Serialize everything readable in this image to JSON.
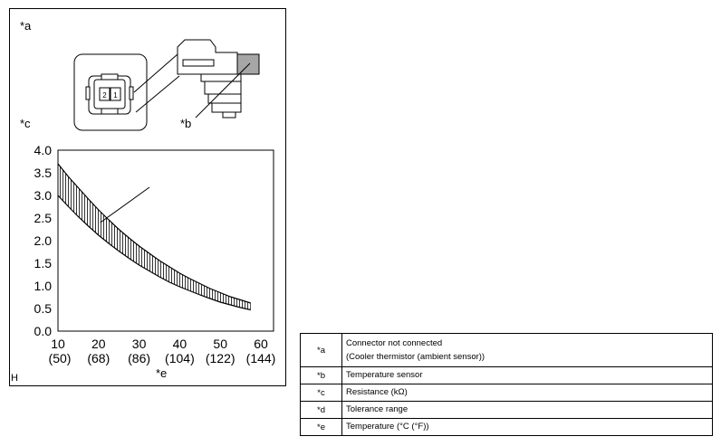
{
  "callouts": {
    "a": "*a",
    "b": "*b",
    "c": "*c",
    "d": "*d",
    "e": "*e",
    "h": "H"
  },
  "connector": {
    "pin_labels": [
      "2",
      "1"
    ]
  },
  "chart_data": {
    "type": "area",
    "x_ticks": [
      "10",
      "20",
      "30",
      "40",
      "50",
      "60"
    ],
    "x_ticks_secondary": [
      "(50)",
      "(68)",
      "(86)",
      "(104)",
      "(122)",
      "(144)"
    ],
    "y_ticks": [
      "4.0",
      "3.5",
      "3.0",
      "2.5",
      "2.0",
      "1.5",
      "1.0",
      "0.5",
      "0.0"
    ],
    "xlim": [
      10,
      60
    ],
    "ylim": [
      0,
      4
    ],
    "grid": false,
    "series": [
      {
        "x": [
          10,
          12.5,
          15,
          17.5,
          20,
          22.5,
          25,
          27.5,
          30,
          32.5,
          35,
          37.5,
          40,
          42.5,
          45,
          47.5,
          50,
          52.5,
          55,
          57.5
        ],
        "upper": [
          3.7,
          3.42,
          3.17,
          2.92,
          2.68,
          2.46,
          2.25,
          2.06,
          1.88,
          1.72,
          1.56,
          1.42,
          1.28,
          1.16,
          1.05,
          0.94,
          0.85,
          0.76,
          0.69,
          0.62
        ],
        "lower": [
          3.0,
          2.76,
          2.53,
          2.32,
          2.12,
          1.94,
          1.77,
          1.61,
          1.46,
          1.33,
          1.2,
          1.08,
          0.98,
          0.89,
          0.8,
          0.72,
          0.64,
          0.58,
          0.52,
          0.47
        ]
      }
    ]
  },
  "legend": [
    {
      "key": "*a",
      "lines": [
        "Connector not connected",
        "(Cooler thermistor (ambient sensor))"
      ]
    },
    {
      "key": "*b",
      "lines": [
        "Temperature sensor"
      ]
    },
    {
      "key": "*c",
      "lines": [
        "Resistance (kΩ)"
      ]
    },
    {
      "key": "*d",
      "lines": [
        "Tolerance range"
      ]
    },
    {
      "key": "*e",
      "lines": [
        "Temperature (°C (°F))"
      ]
    }
  ]
}
